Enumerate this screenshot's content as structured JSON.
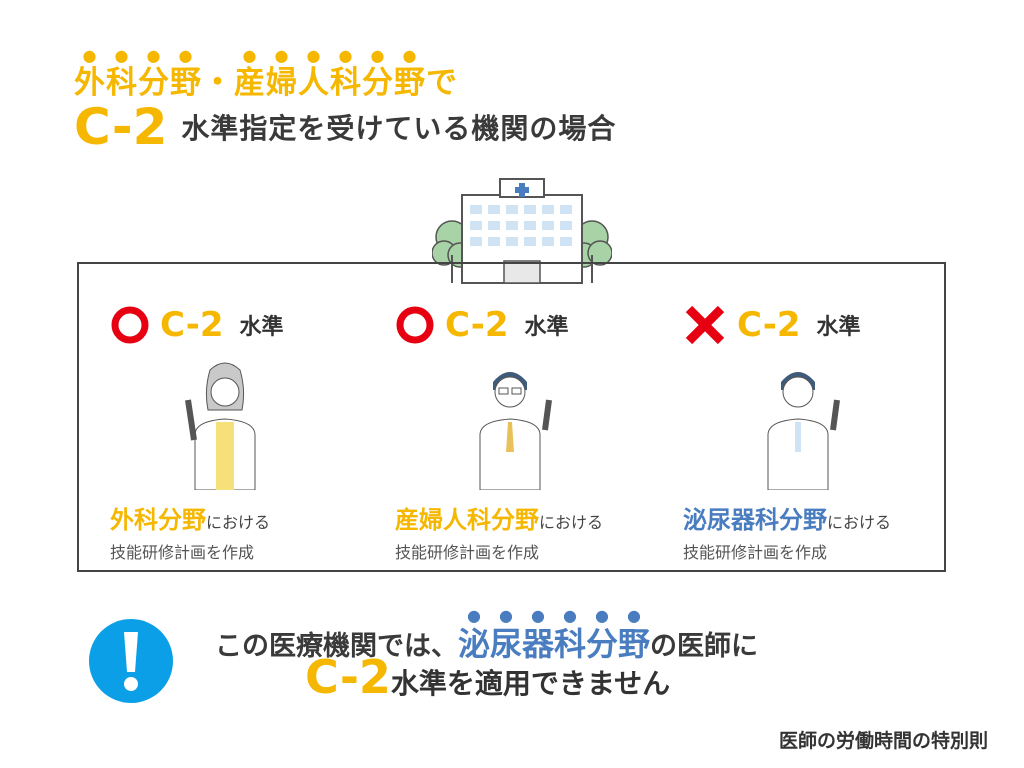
{
  "title": {
    "line1_a": "外科分野",
    "line1_sep": "・",
    "line1_b": "産婦人科分野",
    "line1_end": "で",
    "level": "C-2",
    "line2_rest": "水準指定を受けている機関の場合"
  },
  "columns": [
    {
      "mark": "circle",
      "level": "C-2",
      "level_suffix": "水準",
      "field": "外科分野",
      "field_suffix": "における",
      "plan": "技能研修計画を作成"
    },
    {
      "mark": "circle",
      "level": "C-2",
      "level_suffix": "水準",
      "field": "産婦人科分野",
      "field_suffix": "における",
      "plan": "技能研修計画を作成"
    },
    {
      "mark": "cross",
      "level": "C-2",
      "level_suffix": "水準",
      "field": "泌尿器科分野",
      "field_suffix": "における",
      "plan": "技能研修計画を作成"
    }
  ],
  "message": {
    "pre": "この医療機関では、",
    "field": "泌尿器科分野",
    "post": "の医師に",
    "level": "C-2",
    "rest": "水準を適用できません"
  },
  "footer": "医師の労働時間の特別則",
  "colors": {
    "yellow": "#f5b700",
    "blue": "#4a7dc0",
    "red": "#e60012",
    "alert": "#0a9fe6"
  }
}
